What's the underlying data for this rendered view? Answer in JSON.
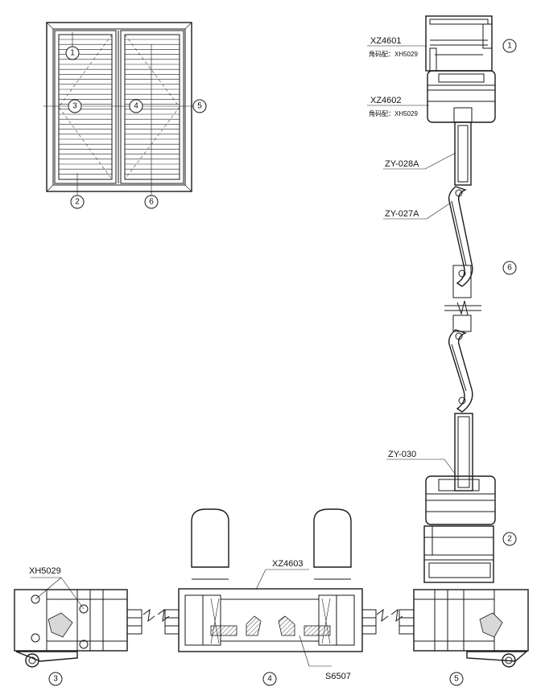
{
  "elevation": {
    "callouts": [
      "1",
      "2",
      "3",
      "4",
      "5",
      "6"
    ]
  },
  "section_vertical": {
    "parts": [
      {
        "code": "XZ4601",
        "note": "角码配：XH5029"
      },
      {
        "code": "XZ4602",
        "note": "角码配：XH5029"
      },
      {
        "code": "ZY-028A"
      },
      {
        "code": "ZY-027A"
      },
      {
        "code": "ZY-030"
      }
    ],
    "callouts": [
      "1",
      "6",
      "2"
    ]
  },
  "section_horizontal": {
    "parts": [
      "XH5029",
      "XZ4603",
      "S6507"
    ],
    "callouts": [
      "3",
      "4",
      "5"
    ]
  }
}
